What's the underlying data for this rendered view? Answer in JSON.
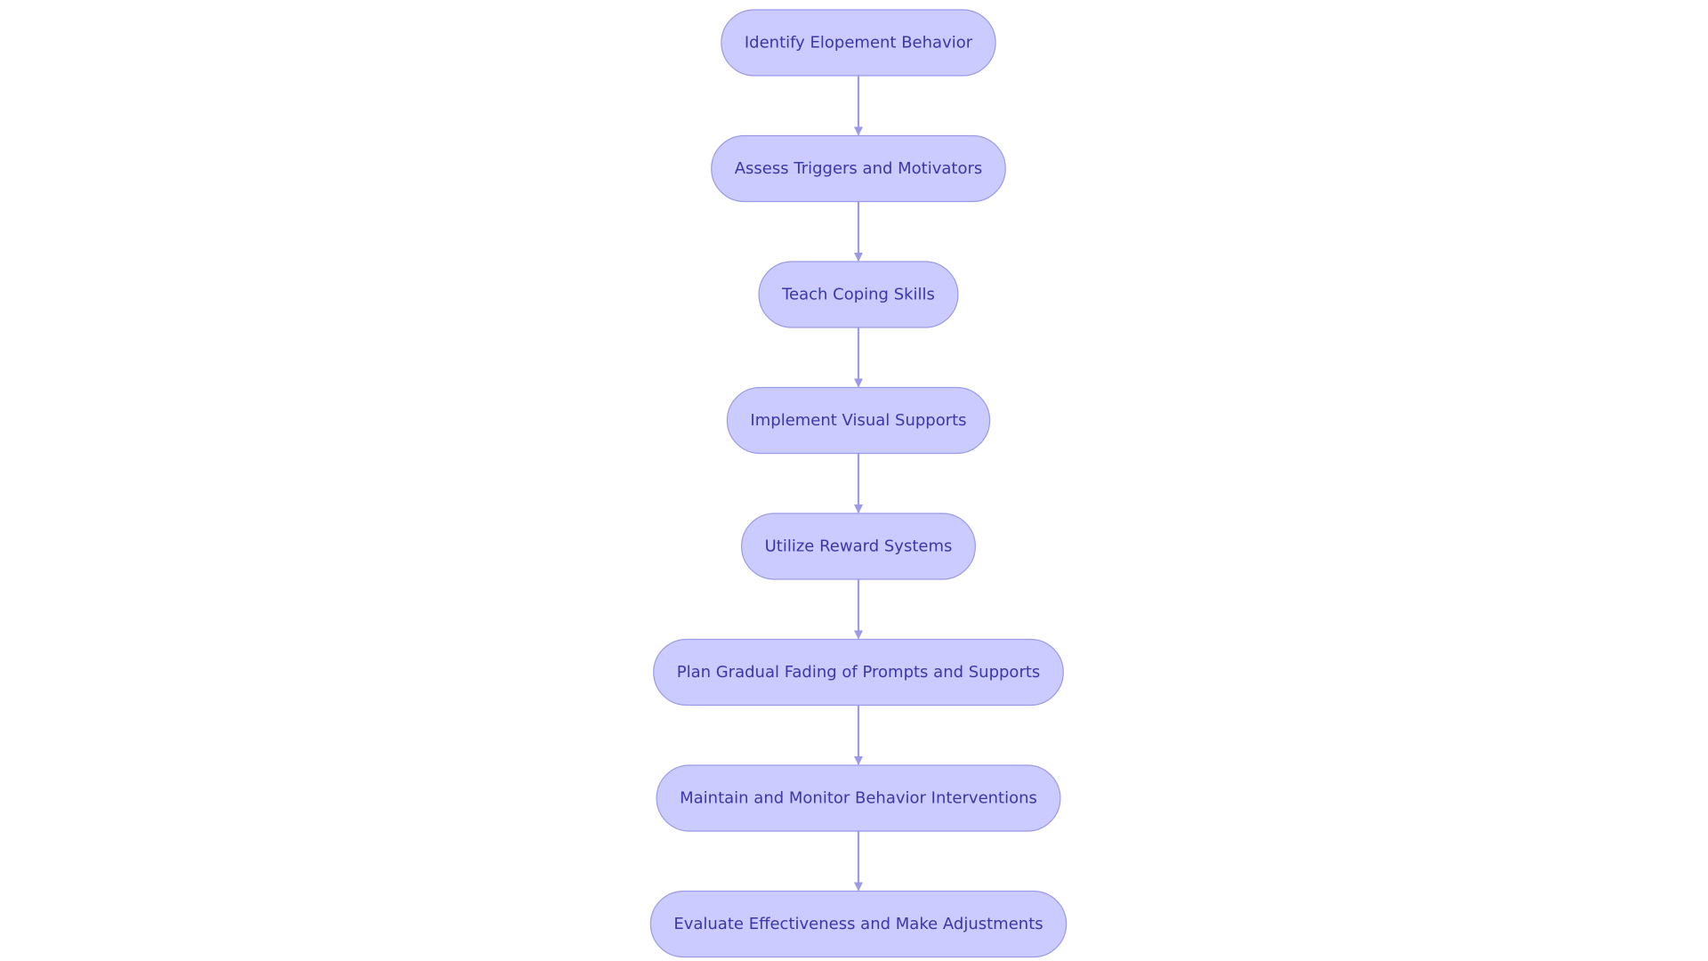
{
  "diagram": {
    "type": "flowchart",
    "direction": "top-to-bottom",
    "nodes": [
      {
        "id": "n1",
        "label": "Identify Elopement Behavior"
      },
      {
        "id": "n2",
        "label": "Assess Triggers and Motivators"
      },
      {
        "id": "n3",
        "label": "Teach Coping Skills"
      },
      {
        "id": "n4",
        "label": "Implement Visual Supports"
      },
      {
        "id": "n5",
        "label": "Utilize Reward Systems"
      },
      {
        "id": "n6",
        "label": "Plan Gradual Fading of Prompts and Supports"
      },
      {
        "id": "n7",
        "label": "Maintain and Monitor Behavior Interventions"
      },
      {
        "id": "n8",
        "label": "Evaluate Effectiveness and Make Adjustments"
      }
    ],
    "edges": [
      {
        "from": "n1",
        "to": "n2"
      },
      {
        "from": "n2",
        "to": "n3"
      },
      {
        "from": "n3",
        "to": "n4"
      },
      {
        "from": "n4",
        "to": "n5"
      },
      {
        "from": "n5",
        "to": "n6"
      },
      {
        "from": "n6",
        "to": "n7"
      },
      {
        "from": "n7",
        "to": "n8"
      }
    ]
  },
  "colors": {
    "node_fill": "#cccbff",
    "node_stroke": "#9b9ae8",
    "edge": "#9b9ae8",
    "label_text": "#3a37a8",
    "background": "#ffffff"
  }
}
